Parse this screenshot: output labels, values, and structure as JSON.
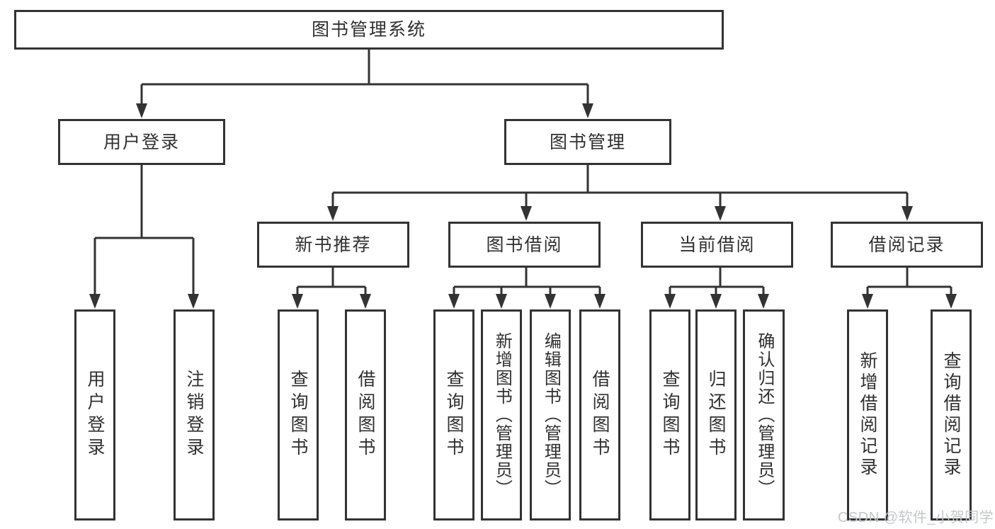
{
  "colors": {
    "background": "#ffffff",
    "line": "#333333",
    "box_border": "#333333",
    "text": "#303030",
    "watermark": "#c4c7cc"
  },
  "watermark": "CSDN @软件_小贺同学",
  "tree": {
    "root": "图书管理系统",
    "branches": {
      "user_login": {
        "label": "用户登录",
        "children": {
          "login": "用户登录",
          "logout": "注销登录"
        }
      },
      "book_mgmt": {
        "label": "图书管理",
        "children": {
          "new_book_rec": {
            "label": "新书推荐",
            "children": {
              "query_books": "查询图书",
              "borrow_books": "借阅图书"
            }
          },
          "book_borrow": {
            "label": "图书借阅",
            "children": {
              "query_books": "查询图书",
              "add_books": "新增图书（管理员）",
              "edit_books": "编辑图书（管理员）",
              "borrow_books": "借阅图书"
            }
          },
          "current_borrow": {
            "label": "当前借阅",
            "children": {
              "query_books": "查询图书",
              "return_books": "归还图书",
              "confirm_return": "确认归还（管理员）"
            }
          },
          "borrow_records": {
            "label": "借阅记录",
            "children": {
              "add_record": "新增借阅记录",
              "query_record": "查询借阅记录"
            }
          }
        }
      }
    }
  }
}
